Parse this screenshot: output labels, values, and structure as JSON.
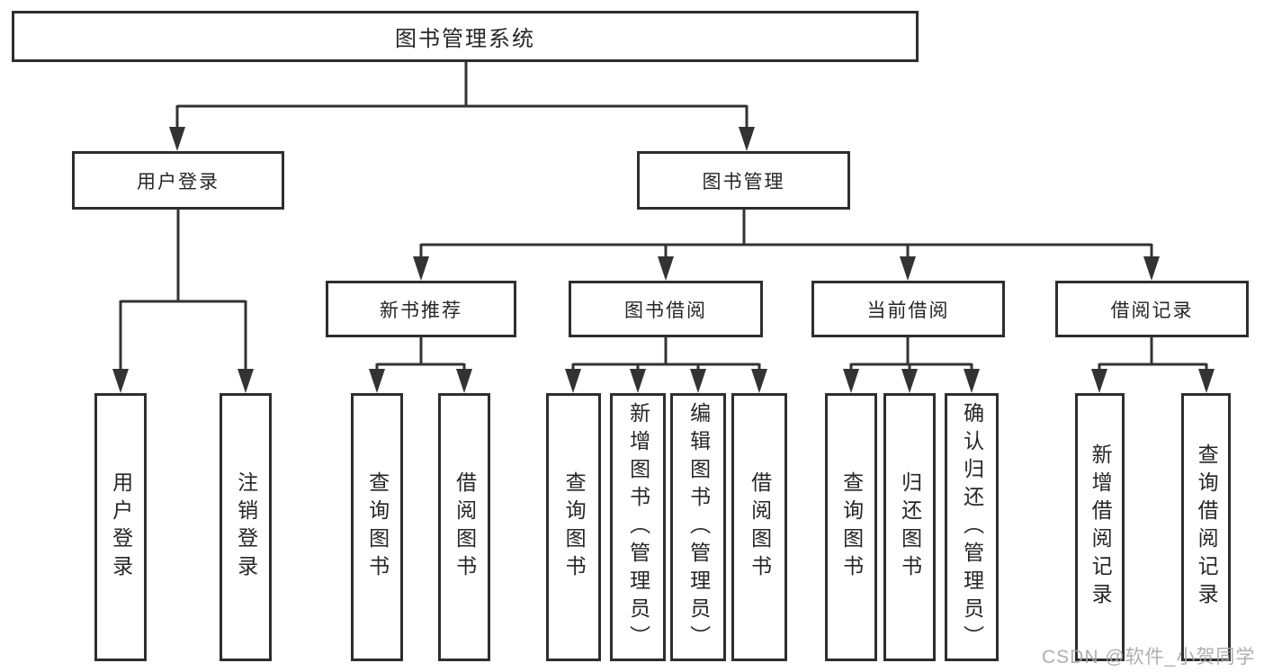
{
  "diagram": {
    "root": "图书管理系统",
    "level2": {
      "user_login": "用户登录",
      "book_management": "图书管理"
    },
    "level3": {
      "new_book_recommend": "新书推荐",
      "book_borrowing": "图书借阅",
      "current_borrowing": "当前借阅",
      "borrowing_records": "借阅记录"
    },
    "leaves": {
      "user_login": [
        "用户登录",
        "注销登录"
      ],
      "new_book_recommend": [
        "查询图书",
        "借阅图书"
      ],
      "book_borrowing": [
        "查询图书",
        "新增图书（管理员）",
        "编辑图书（管理员）",
        "借阅图书"
      ],
      "current_borrowing": [
        "查询图书",
        "归还图书",
        "确认归还（管理员）"
      ],
      "borrowing_records": [
        "新增借阅记录",
        "查询借阅记录"
      ]
    }
  },
  "watermark": "CSDN @软件_小贺同学",
  "colors": {
    "line": "#333333",
    "box_border": "#2e2e2e",
    "text": "#262626",
    "watermark": "#a8a8a8",
    "background": "#ffffff"
  }
}
